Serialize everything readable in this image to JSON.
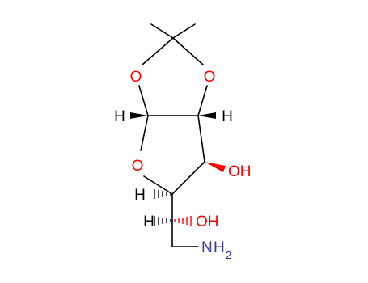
{
  "molecule": {
    "atoms": {
      "o1": "O",
      "o2": "O",
      "o_ring": "O",
      "h_c1": "H",
      "h_c2": "H",
      "oh1": "OH",
      "h_c4": "H",
      "h_c5": "H",
      "oh2": "OH",
      "n_n": "N",
      "n_h": "H",
      "n_sub": "2"
    },
    "colors": {
      "bond": "#000000",
      "oxygen": "#ff0000",
      "nitrogen": "#3333aa",
      "hydrogen": "#000000"
    }
  }
}
